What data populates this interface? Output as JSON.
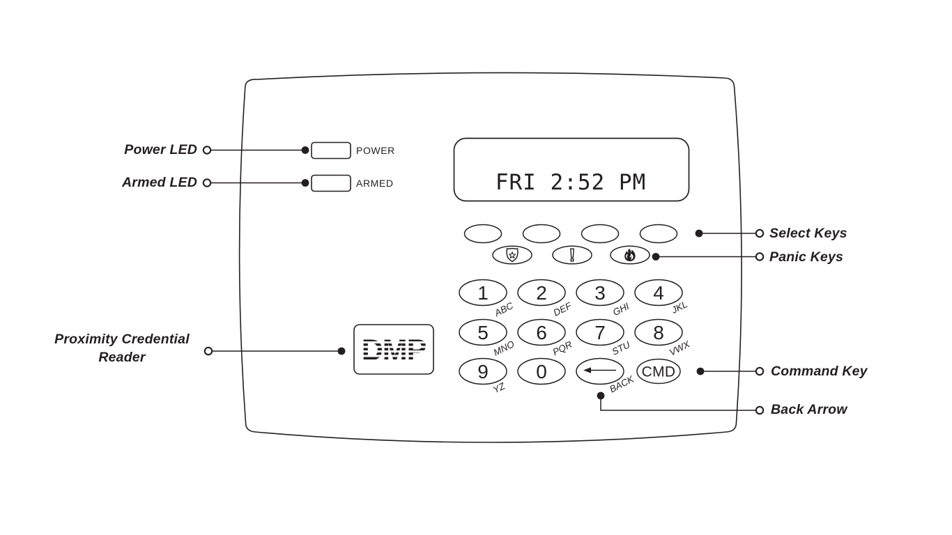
{
  "brand": {
    "logo_text": "DMP"
  },
  "display": {
    "text": "FRI  2:52  PM"
  },
  "leds": {
    "power": "POWER",
    "armed": "ARMED"
  },
  "keys": {
    "digits": [
      {
        "d": "1",
        "l": "ABC"
      },
      {
        "d": "2",
        "l": "DEF"
      },
      {
        "d": "3",
        "l": "GHI"
      },
      {
        "d": "4",
        "l": "JKL"
      },
      {
        "d": "5",
        "l": "MNO"
      },
      {
        "d": "6",
        "l": "PQR"
      },
      {
        "d": "7",
        "l": "STU"
      },
      {
        "d": "8",
        "l": "VWX"
      },
      {
        "d": "9",
        "l": "YZ"
      },
      {
        "d": "0",
        "l": ""
      }
    ],
    "back_label": "BACK",
    "cmd_label": "CMD",
    "select_keys_count": 4,
    "panic_icons": [
      "police-badge",
      "emergency",
      "fire"
    ]
  },
  "callouts": {
    "power_led": "Power LED",
    "armed_led": "Armed LED",
    "prox_reader": "Proximity Credential Reader",
    "select_keys": "Select Keys",
    "panic_keys": "Panic Keys",
    "command_key": "Command Key",
    "back_arrow": "Back Arrow"
  },
  "colors": {
    "ink": "#231f20"
  }
}
